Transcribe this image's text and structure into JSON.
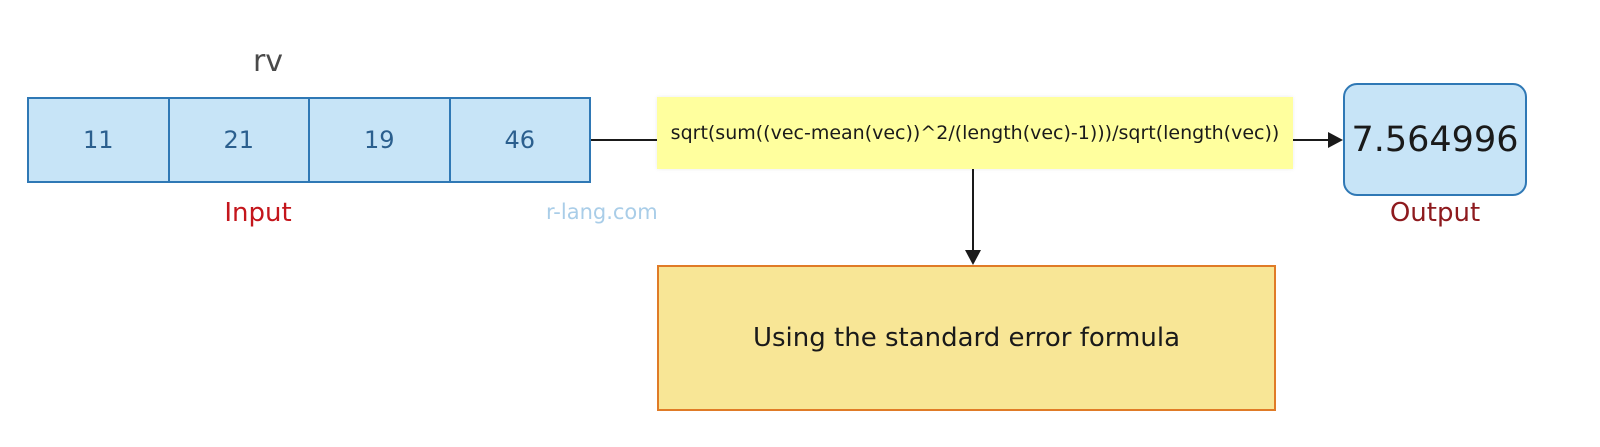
{
  "input": {
    "name": "rv",
    "values": [
      "11",
      "21",
      "19",
      "46"
    ],
    "caption": "Input"
  },
  "watermark": "r-lang.com",
  "formula": "sqrt(sum((vec-mean(vec))^2/(length(vec)-1)))/sqrt(length(vec))",
  "output": {
    "value": "7.564996",
    "caption": "Output"
  },
  "method": "Using the standard error formula",
  "colors": {
    "vector_fill": "#c7e4f7",
    "vector_border": "#2f78b5",
    "formula_fill": "#ffff9e",
    "method_fill": "#f8e696",
    "method_border": "#e07b27",
    "input_caption": "#c4161c",
    "output_caption": "#8e1a1e"
  }
}
